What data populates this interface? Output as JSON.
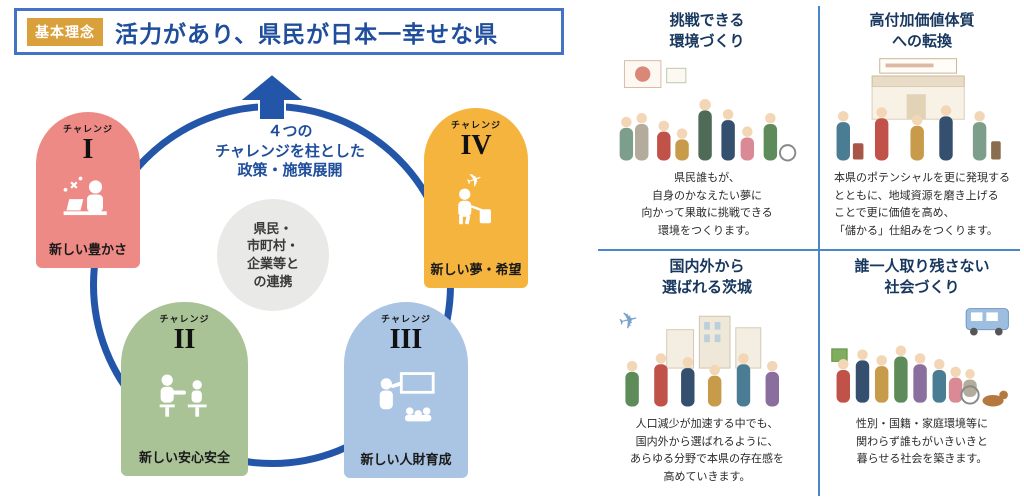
{
  "header": {
    "badge": "基本理念",
    "title": "活力があり、県民が日本一幸せな県"
  },
  "cycle": {
    "arrow_caption": "４つの\nチャレンジを柱とした\n政策・施策展開",
    "center_text": "県民・\n市町村・\n企業等と\nの連携",
    "challenges": [
      {
        "tag": "チャレンジ",
        "numeral": "I",
        "label": "新しい豊かさ",
        "color": "#ee8a85"
      },
      {
        "tag": "チャレンジ",
        "numeral": "IV",
        "label": "新しい夢・希望",
        "color": "#f5b43e"
      },
      {
        "tag": "チャレンジ",
        "numeral": "II",
        "label": "新しい安心安全",
        "color": "#a9c397"
      },
      {
        "tag": "チャレンジ",
        "numeral": "III",
        "label": "新しい人財育成",
        "color": "#a9c5e3"
      }
    ]
  },
  "panels": [
    {
      "title": "挑戦できる\n環境づくり",
      "description": "県民誰もが、\n自身のかなえたい夢に\n向かって果敢に挑戦できる\n環境をつくります。"
    },
    {
      "title": "高付加価値体質\nへの転換",
      "description": "本県のポテンシャルを更に発現する\nとともに、地域資源を磨き上げる\nことで更に価値を高め、\n「儲かる」仕組みをつくります。"
    },
    {
      "title": "国内外から\n選ばれる茨城",
      "description": "人口減少が加速する中でも、\n国内外から選ばれるように、\nあらゆる分野で本県の存在感を\n高めていきます。"
    },
    {
      "title": "誰一人取り残さない\n社会づくり",
      "description": "性別・国籍・家庭環境等に\n関わらず誰もがいきいきと\n暮らせる社会を築きます。"
    }
  ],
  "icons": {
    "plane_glyph": "✈"
  },
  "colors": {
    "accent_blue": "#2356a8",
    "title_blue": "#1f4e9c",
    "badge_orange": "#d9a03c",
    "divider_blue": "#4a86c8",
    "panel_title_navy": "#17375e"
  }
}
